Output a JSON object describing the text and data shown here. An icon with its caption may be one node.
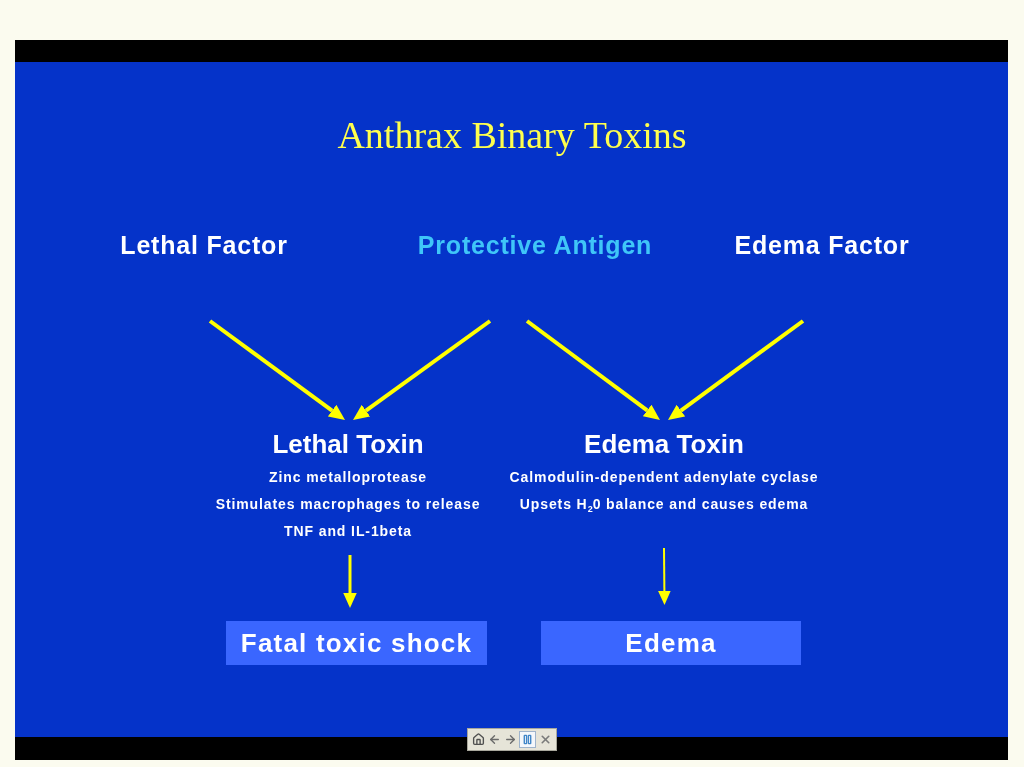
{
  "diagram": {
    "title": "Anthrax Binary Toxins",
    "nodes": [
      {
        "text": [
          "Lethal Factor"
        ]
      },
      {
        "text": [
          "Protective Antigen"
        ]
      },
      {
        "text": [
          "Edema Factor"
        ]
      },
      {
        "text": [
          "Lethal Toxin",
          "Zinc metalloprotease",
          "Stimulates macrophages to release TNF and IL-1beta"
        ]
      },
      {
        "text": [
          "Edema Toxin",
          "Calmodulin-dependent adenylate cyclase",
          "Upsets H$_{2}$0 balance and causes edema"
        ]
      },
      {
        "text": [
          "Fatal toxic shock"
        ]
      },
      {
        "text": [
          "Edema"
        ]
      }
    ],
    "edges": [
      {
        "from": 0,
        "to": 3,
        "arrow": "to"
      },
      {
        "from": 1,
        "to": 3,
        "arrow": "to"
      },
      {
        "from": 1,
        "to": 4,
        "arrow": "to"
      },
      {
        "from": 2,
        "to": 4,
        "arrow": "to"
      },
      {
        "from": 3,
        "to": 5,
        "arrow": "to"
      },
      {
        "from": 4,
        "to": 6,
        "arrow": "to"
      }
    ]
  }
}
